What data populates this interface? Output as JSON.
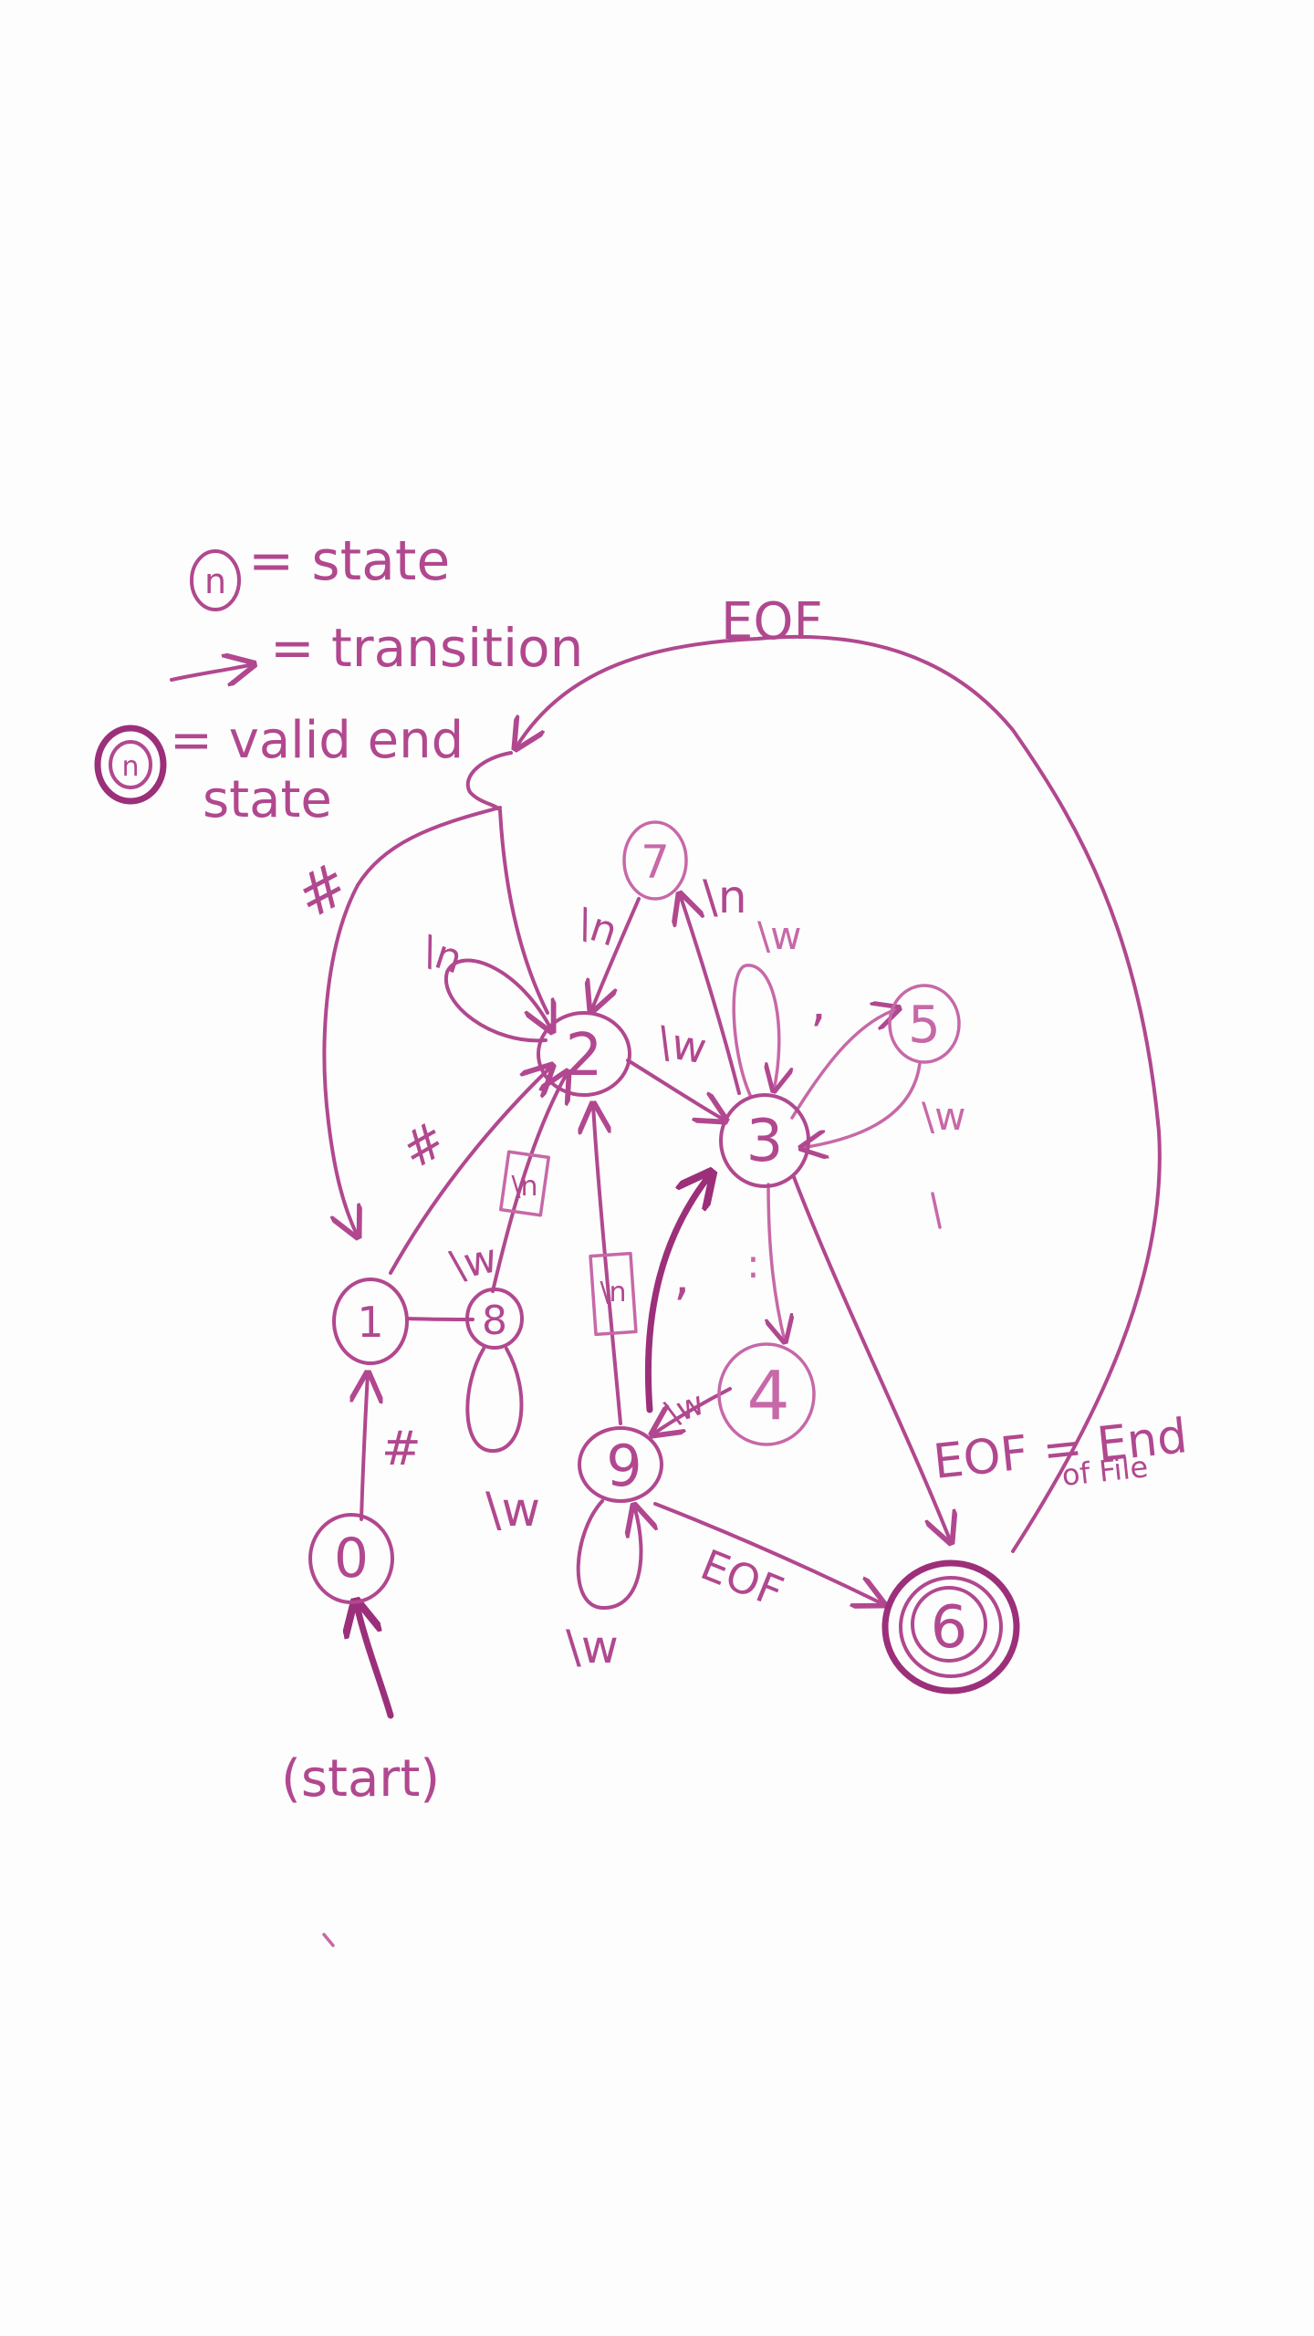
{
  "colors": {
    "ink": "#b1488f",
    "ink_light": "#c768a8",
    "ink_dark": "#9c2f7a",
    "background": "#fdfdfd"
  },
  "legend": {
    "state_symbol": "n",
    "state_text": "= state",
    "transition_text": "= transition",
    "end_symbol": "n",
    "end_text_line1": "= valid end",
    "end_text_line2": "state"
  },
  "states": {
    "s0": "0",
    "s1": "1",
    "s2": "2",
    "s3": "3",
    "s4": "4",
    "s5": "5",
    "s6": "6",
    "s7": "7",
    "s8": "8",
    "s9": "9"
  },
  "start_label": "(start)",
  "eof_note_line1": "EOF = End",
  "eof_note_line2": "of File",
  "transitions": {
    "t0_1": "#",
    "t_hash_top": "#",
    "t1_2": "#",
    "t2_self": "\\n",
    "t7_2": "\\n",
    "t2_3": "\\w",
    "t3_7": "\\n",
    "t3_self": "\\w",
    "t3_5": ",",
    "t5_3": "\\w",
    "t3_4": ":",
    "t4_9": "\\w",
    "t9_3": ",",
    "t9_2": "\\n",
    "t8_2": "\\n",
    "t8_self": "\\w",
    "t9_self": "\\w",
    "t1_8_w": "\\w",
    "t9_6": "EOF",
    "t_eof_top": "EOF"
  }
}
